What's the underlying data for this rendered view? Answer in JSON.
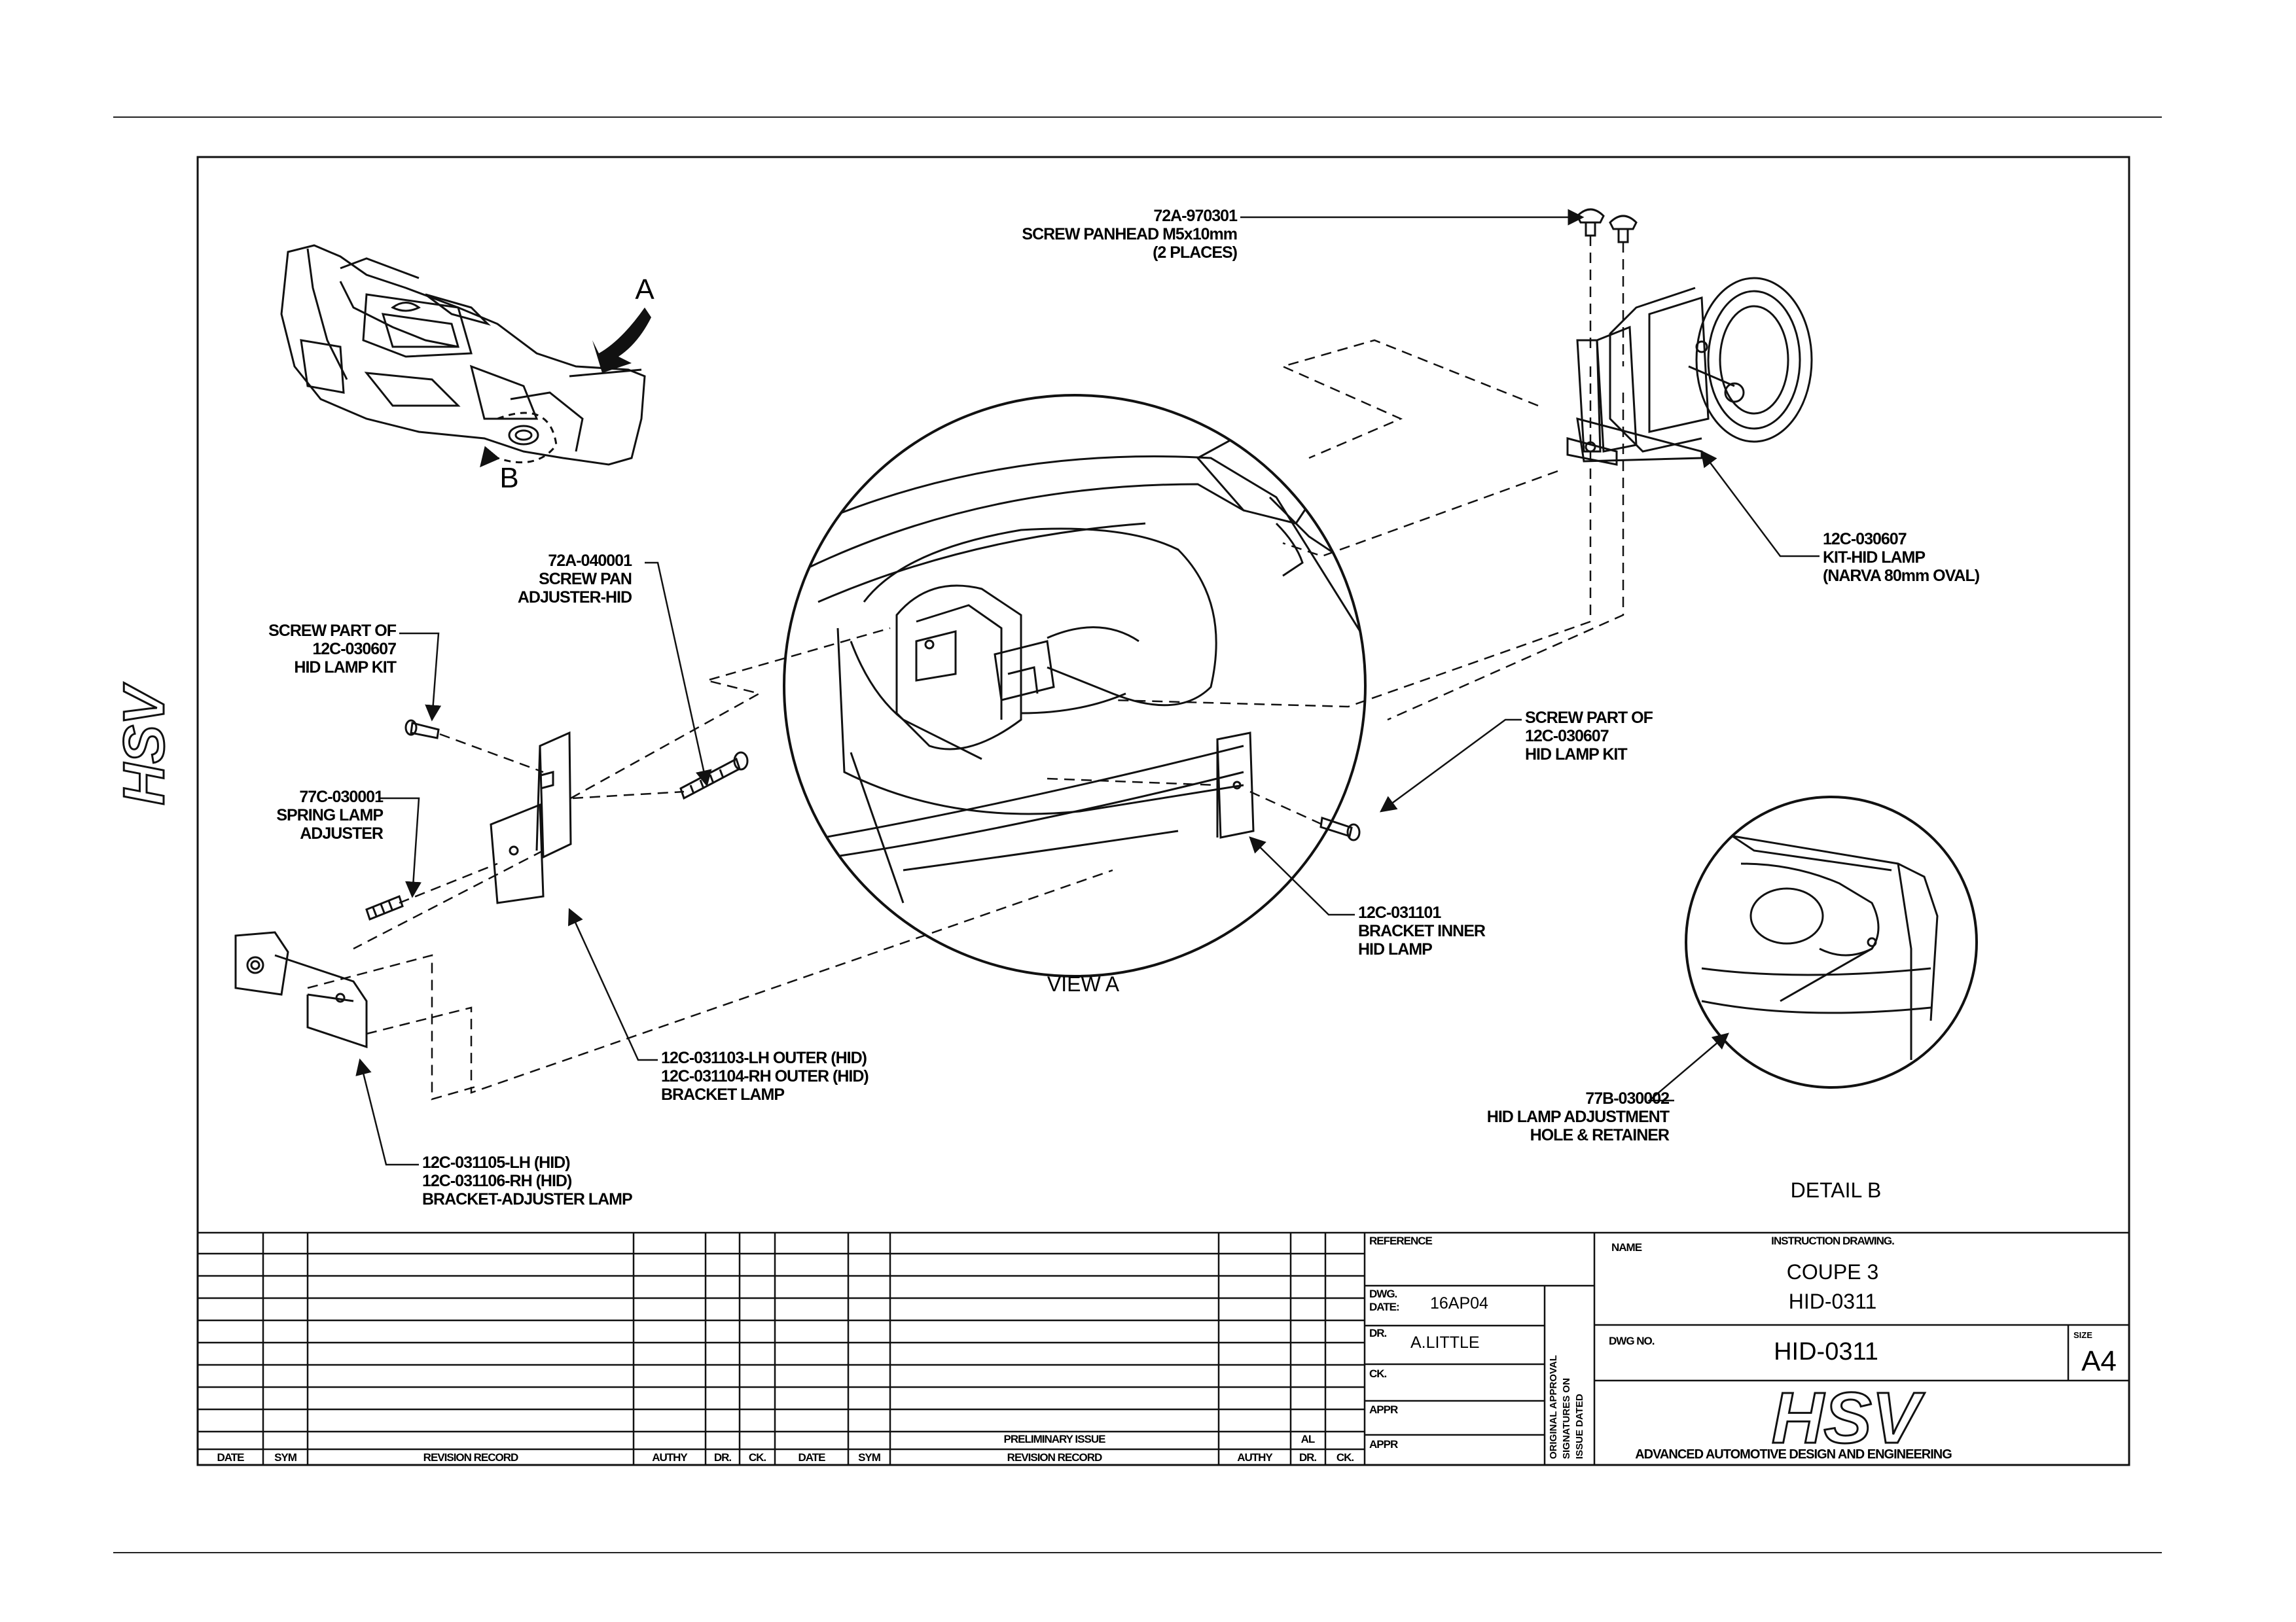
{
  "side_logo": "HSV",
  "callouts": {
    "screw_panhead": [
      "72A-970301",
      "SCREW PANHEAD M5x10mm",
      "(2 PLACES)"
    ],
    "kit_hid_lamp": [
      "12C-030607",
      "KIT-HID LAMP",
      "(NARVA 80mm OVAL)"
    ],
    "screw_pan_adjuster": [
      "72A-040001",
      "SCREW PAN",
      "ADJUSTER-HID"
    ],
    "screw_part_left": [
      "SCREW PART OF",
      "12C-030607",
      "HID LAMP KIT"
    ],
    "spring_lamp_adjuster": [
      "77C-030001",
      "SPRING LAMP",
      "ADJUSTER"
    ],
    "screw_part_right": [
      "SCREW PART OF",
      "12C-030607",
      "HID LAMP KIT"
    ],
    "bracket_inner": [
      "12C-031101",
      "BRACKET INNER",
      "HID LAMP"
    ],
    "bracket_outer": [
      "12C-031103-LH OUTER (HID)",
      "12C-031104-RH OUTER (HID)",
      "BRACKET LAMP"
    ],
    "bracket_adjuster": [
      "12C-031105-LH (HID)",
      "12C-031106-RH (HID)",
      "BRACKET-ADJUSTER LAMP"
    ],
    "adjustment_hole": [
      "77B-030002",
      "HID LAMP ADJUSTMENT",
      "HOLE & RETAINER"
    ]
  },
  "view_markers": {
    "a": "A",
    "b": "B"
  },
  "view_titles": {
    "view_a": "VIEW A",
    "detail_b": "DETAIL B"
  },
  "title_block": {
    "reference_label": "REFERENCE",
    "name_label": "NAME",
    "name_type": "INSTRUCTION DRAWING.",
    "name_line1": "COUPE 3",
    "name_line2": "HID-0311",
    "dwg_date_label_1": "DWG.",
    "dwg_date_label_2": "DATE:",
    "dwg_date_value": "16AP04",
    "dr_label": "DR.",
    "dr_value": "A.LITTLE",
    "ck_label": "CK.",
    "appr_label_1": "APPR",
    "appr_label_2": "APPR",
    "approval_note": [
      "ORIGINAL APPROVAL",
      "SIGNATURES ON",
      "ISSUE DATED"
    ],
    "dwg_no_label": "DWG NO.",
    "dwg_no_value": "HID-0311",
    "size_label": "SIZE",
    "size_value": "A4",
    "logo_text": "HSV",
    "company": "ADVANCED AUTOMOTIVE DESIGN AND ENGINEERING"
  },
  "revision_table": {
    "headers_left": [
      "DATE",
      "SYM",
      "REVISION RECORD",
      "AUTHY",
      "DR.",
      "CK."
    ],
    "headers_right": [
      "DATE",
      "SYM",
      "REVISION RECORD",
      "AUTHY",
      "DR.",
      "CK."
    ],
    "preliminary_label": "PRELIMINARY ISSUE",
    "preliminary_author": "AL"
  }
}
